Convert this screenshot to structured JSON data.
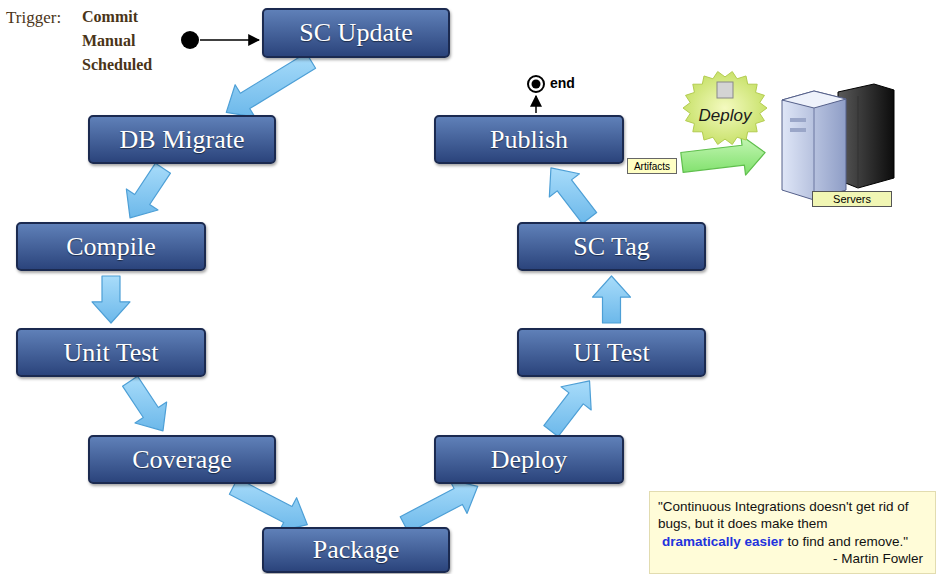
{
  "diagram": {
    "nodes": [
      {
        "text": [
          "SC Update"
        ]
      },
      {
        "text": [
          "DB Migrate"
        ]
      },
      {
        "text": [
          "Compile"
        ]
      },
      {
        "text": [
          "Unit Test"
        ]
      },
      {
        "text": [
          "Coverage"
        ]
      },
      {
        "text": [
          "Package"
        ]
      },
      {
        "text": [
          "Deploy"
        ]
      },
      {
        "text": [
          "UI Test"
        ]
      },
      {
        "text": [
          "SC Tag"
        ]
      },
      {
        "text": [
          "Publish"
        ]
      },
      {
        "text": [
          "Artifacts"
        ]
      },
      {
        "text": [
          "Deploy"
        ]
      },
      {
        "text": [
          "Servers"
        ]
      },
      {
        "text": [
          "\"Continuous Integrations doesn't get rid of bugs, but it does make them",
          "dramatically easier",
          "to find and remove.\"",
          "- Martin Fowler"
        ]
      }
    ],
    "edges": [
      {
        "from": 0,
        "to": 1,
        "arrow": "to"
      },
      {
        "from": 1,
        "to": 2,
        "arrow": "to"
      },
      {
        "from": 2,
        "to": 3,
        "arrow": "to"
      },
      {
        "from": 3,
        "to": 4,
        "arrow": "to"
      },
      {
        "from": 4,
        "to": 5,
        "arrow": "to"
      },
      {
        "from": 5,
        "to": 6,
        "arrow": "to"
      },
      {
        "from": 6,
        "to": 7,
        "arrow": "to"
      },
      {
        "from": 7,
        "to": 8,
        "arrow": "to"
      },
      {
        "from": 8,
        "to": 9,
        "arrow": "to"
      },
      {
        "from": 10,
        "to": 12,
        "arrow": "to"
      }
    ],
    "labels": [
      "Trigger:",
      "Commit",
      "Manual",
      "Scheduled",
      "end"
    ]
  }
}
